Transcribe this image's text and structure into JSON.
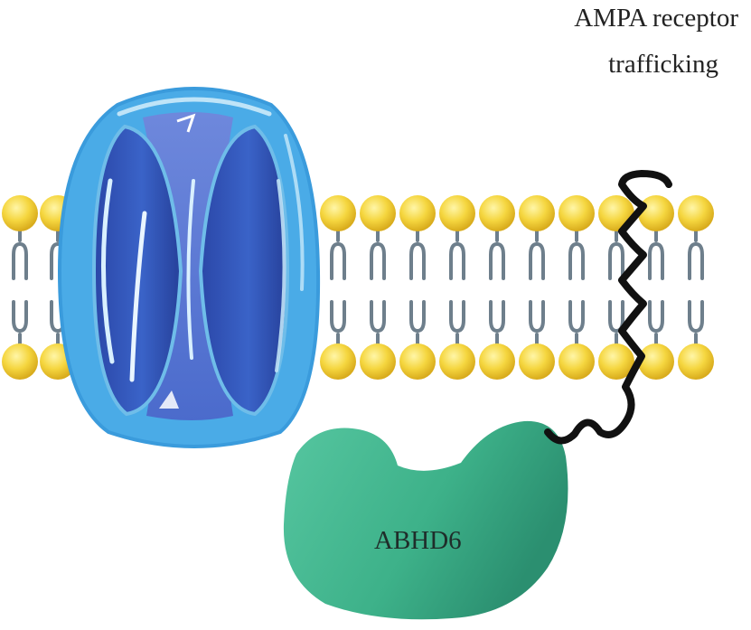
{
  "title": {
    "line1": "AMPA receptor",
    "line2": "trafficking"
  },
  "protein": {
    "label": "ABHD6"
  },
  "colors": {
    "lipid_head": "#f3d23c",
    "lipid_tail": "#6e7f8c",
    "channel_outer": "#47a9e6",
    "channel_inner": "#2c4eb0",
    "protein": "#3fb590",
    "linker": "#111111"
  },
  "icons": {
    "channel": "ampa-receptor-channel",
    "membrane": "lipid-bilayer",
    "protein": "abhd6-protein",
    "linker": "transmembrane-helix"
  }
}
